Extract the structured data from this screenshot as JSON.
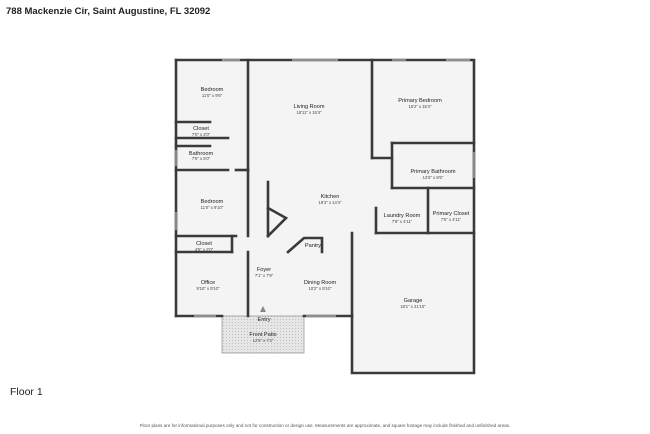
{
  "header": {
    "address": "788 Mackenzie Cir, Saint Augustine, FL 32092"
  },
  "floor": {
    "label": "Floor 1"
  },
  "footer": {
    "disclaimer": "Floor plans are for informational purposes only and not for construction or design use. Measurements are approximate, and square footage may include finished and unfinished areas."
  },
  "rooms": {
    "bedroom_1": {
      "name": "Bedroom",
      "dim": "11'0\" x 9'6\""
    },
    "closet_1": {
      "name": "Closet",
      "dim": "7'0\" x 2'0\""
    },
    "bathroom": {
      "name": "Bathroom",
      "dim": "7'6\" x 5'0\""
    },
    "bedroom_2": {
      "name": "Bedroom",
      "dim": "11'0\" x 9'10\""
    },
    "closet_2": {
      "name": "Closet",
      "dim": "4'6\" x 2'0\""
    },
    "living_room": {
      "name": "Living Room",
      "dim": "18'11\" x 15'4\""
    },
    "primary_bedroom": {
      "name": "Primary Bedroom",
      "dim": "16'2\" x 15'4\""
    },
    "primary_bathroom": {
      "name": "Primary Bathroom",
      "dim": "12'6\" x 8'6\""
    },
    "kitchen": {
      "name": "Kitchen",
      "dim": "19'3\" x 14'4\""
    },
    "laundry_room": {
      "name": "Laundry Room",
      "dim": "7'8\" x 4'11\""
    },
    "primary_closet": {
      "name": "Primary Closet",
      "dim": "7'5\" x 4'11\""
    },
    "pantry": {
      "name": "Pantry"
    },
    "foyer": {
      "name": "Foyer",
      "dim": "7'1\" x 7'9\""
    },
    "office": {
      "name": "Office",
      "dim": "9'10\" x 9'10\""
    },
    "dining_room": {
      "name": "Dining Room",
      "dim": "10'2\" x 9'10\""
    },
    "garage": {
      "name": "Garage",
      "dim": "19'1\" x 21'10\""
    },
    "entry": {
      "name": "Entry"
    },
    "front_patio": {
      "name": "Front Patio",
      "dim": "12'5\" x 7'2\""
    }
  },
  "colors": {
    "wall": "#3a3a3a",
    "floor": "#f4f4f4",
    "patio": "#d8d8d8",
    "window": "#aaaaaa"
  }
}
